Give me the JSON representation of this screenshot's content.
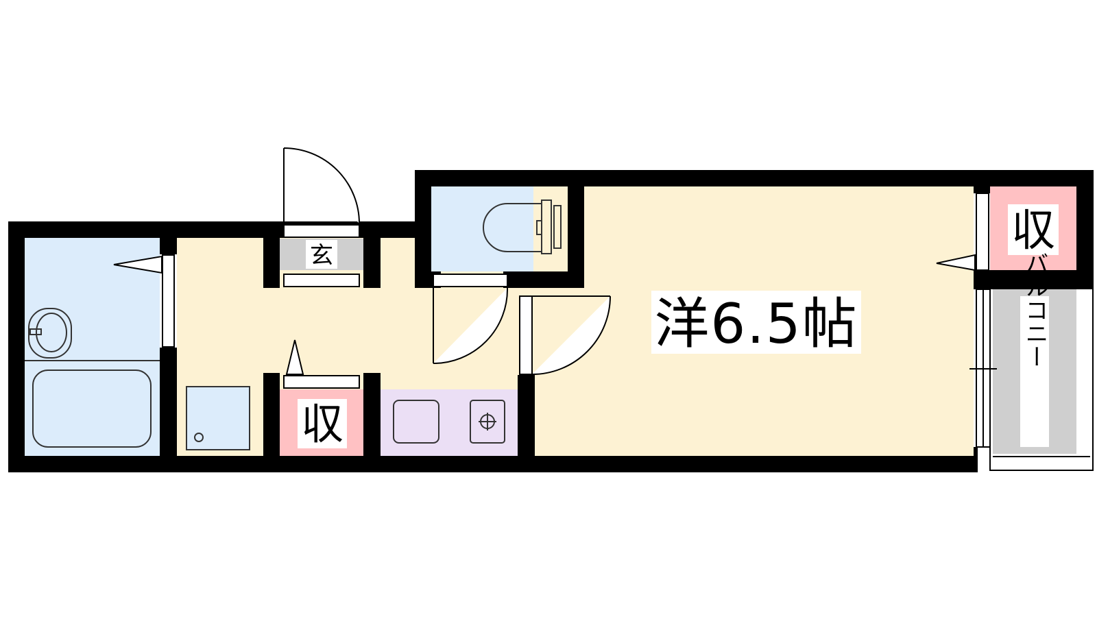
{
  "labels": {
    "genkan": "玄",
    "storage_center": "収",
    "storage_right": "収",
    "main_room": "洋6.5帖",
    "balcony": "バルコニー"
  },
  "colors": {
    "wall": "#000000",
    "wet_area": "#dcecfb",
    "living_floor": "#fdf2d3",
    "storage": "#ffc1c3",
    "kitchen": "#ebdff5",
    "entrance": "#cfcfcf",
    "balcony": "#cfcfcf",
    "fixture_stroke": "#333333"
  }
}
